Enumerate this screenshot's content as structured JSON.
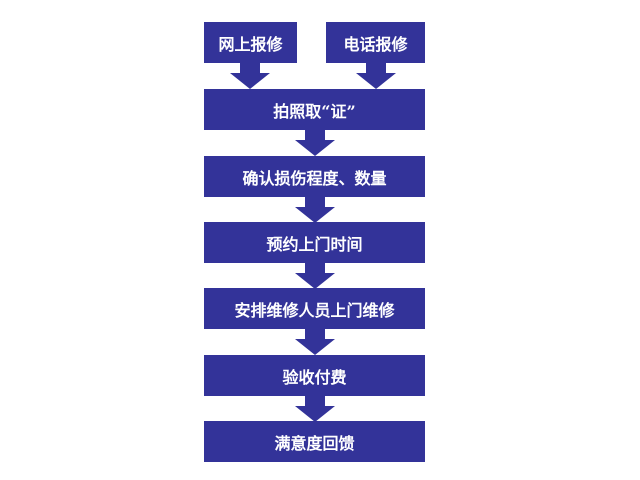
{
  "colors": {
    "box": "#333399",
    "text": "#ffffff"
  },
  "sources": [
    "网上报修",
    "电话报修"
  ],
  "steps": [
    "拍照取“证”",
    "确认损伤程度、数量",
    "预约上门时间",
    "安排维修人员上门维修",
    "验收付费",
    "满意度回馈"
  ]
}
